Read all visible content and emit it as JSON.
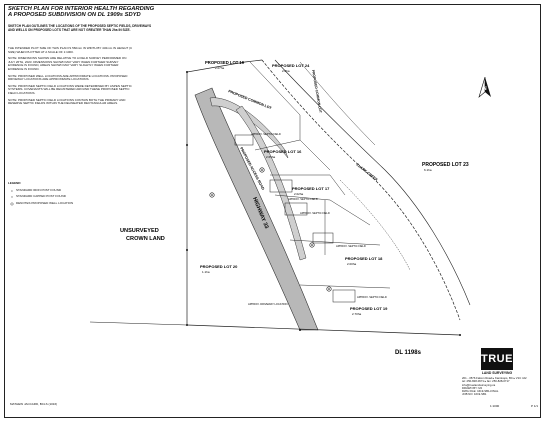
{
  "title": {
    "line1": "SKETCH PLAN FOR INTERIOR HEALTH REGARDING",
    "line2": "A PROPOSED SUBDIVISION ON DL 1909s SDYD"
  },
  "subtitle": "SKETCH PLAN OUTLINES THE LOCATIONS OF THE PROPOSED SEPTIC FIELDS, DRIVEWAYS AND WELLS ON PROPOSED LOTS THAT ARE NOT GREATER THAN 2ha IN SIZE.",
  "notes": [
    "THE INTENDED PLOT SIZE OF THIS PLAN IS 560mm IN WIDTH BY 432mm IN HEIGHT (C SIZE) WHEN PLOTTED AT A SCALE OF 1:1000.",
    "NOTE: DIMENSIONS SHOWN ARE RELATIVE TO A FIELD SURVEY PERFORMED ON JULY 26TH, 2023. DIMENSIONS SHOWN MAY VARY WHEN FURTHER SURVEY EVIDENCE IS FOUND, AREAS SHOWN MAY VARY SLIGHTLY WHEN FURTHER EVIDENCE IS FOUND.",
    "NOTE: PROPOSED WELL LOCATIONS ARE APPROXIMATE LOCATIONS. PROPOSED DRIVEWAY LOCATIONS ARE APPROXIMATE LOCATIONS.",
    "NOTE: PROPOSED SEPTIC FIELD LOCATIONS WERE DETERMINED BY ASPEN SEPTIC SYSTEMS. COVENANTS WILL BE REGISTERED AROUND THESE PROPOSED SEPTIC FIELD LOCATIONS.",
    "NOTE: PROPOSED SEPTIC FIELD LOCATIONS CONTAIN BOTH THE PRIMARY AND RESERVE SEPTIC FIELDS WITHIN THE DELINEATED RECTANGULAR AREAS."
  ],
  "legend": {
    "title": "LEGEND",
    "items": [
      {
        "symbol": "•",
        "label": "STANDARD IRON POST FOUND"
      },
      {
        "symbol": "○",
        "label": "STANDARD CAPPED POST FOUND"
      },
      {
        "symbol": "◎",
        "label": "DENOTES PROPOSED WELL LOCATION"
      }
    ]
  },
  "map": {
    "lots": [
      {
        "name": "PROPOSED LOT 19",
        "area": "2.07ha"
      },
      {
        "name": "PROPOSED LOT 24",
        "area": "2.0ha"
      },
      {
        "name": "PROPOSED LOT 16",
        "area": "2.65ha"
      },
      {
        "name": "PROPOSED LOT 17",
        "area": "2.02ha"
      },
      {
        "name": "PROPOSED LOT 18",
        "area": "2.00ha"
      },
      {
        "name": "PROPOSED LOT 19",
        "area": "2.70ha"
      },
      {
        "name": "PROPOSED LOT 20",
        "area": "1.1ha"
      },
      {
        "name": "PROPOSED LOT 23",
        "area": "6.1ha"
      }
    ],
    "roads": {
      "highway": "HIGHWAY 33",
      "common_lot": "PROPOSED COMMON LOT",
      "access_road": "PROPOSED ACCESS ROAD",
      "common_lot_side": "PROPOSED COMMON LOT",
      "creek": "CLARK CREEK"
    },
    "crown_land": {
      "line1": "UNSURVEYED",
      "line2": "CROWN LAND"
    },
    "district_lot": "DL 1198s",
    "septic_labels": [
      "APPROX. SEPTIC FIELD",
      "APPROX. SEPTIC FIELD",
      "APPROX. SEPTIC FIELD",
      "APPROX. SEPTIC FIELD",
      "APPROX. SEPTIC FIELD"
    ],
    "driveway_label": "APPROX. DRIVEWAY LOCATION"
  },
  "titleblock": {
    "logo": "TRUE",
    "logo_sub": "LAND SURVEYING",
    "lines": [
      "201 - 3576 Falcon Road ▸ Kamloops, BC ▸ V1C 4J2",
      "tel: 250-828-0671 ▸ fax: 250-828-0717",
      "info@truelandsurveying.ca",
      "DRAWN BY: MJ",
      "DWG FILE: 1619-SB1-FINAL",
      "JOB NO: 1619-SB1"
    ],
    "scale": "1:1000",
    "page": "P 1/1"
  },
  "signature": "MATHEW JACCARD, BCLS (1016)",
  "colors": {
    "ink": "#111111",
    "road_fill": "#b8b8b8",
    "line": "#333333"
  }
}
